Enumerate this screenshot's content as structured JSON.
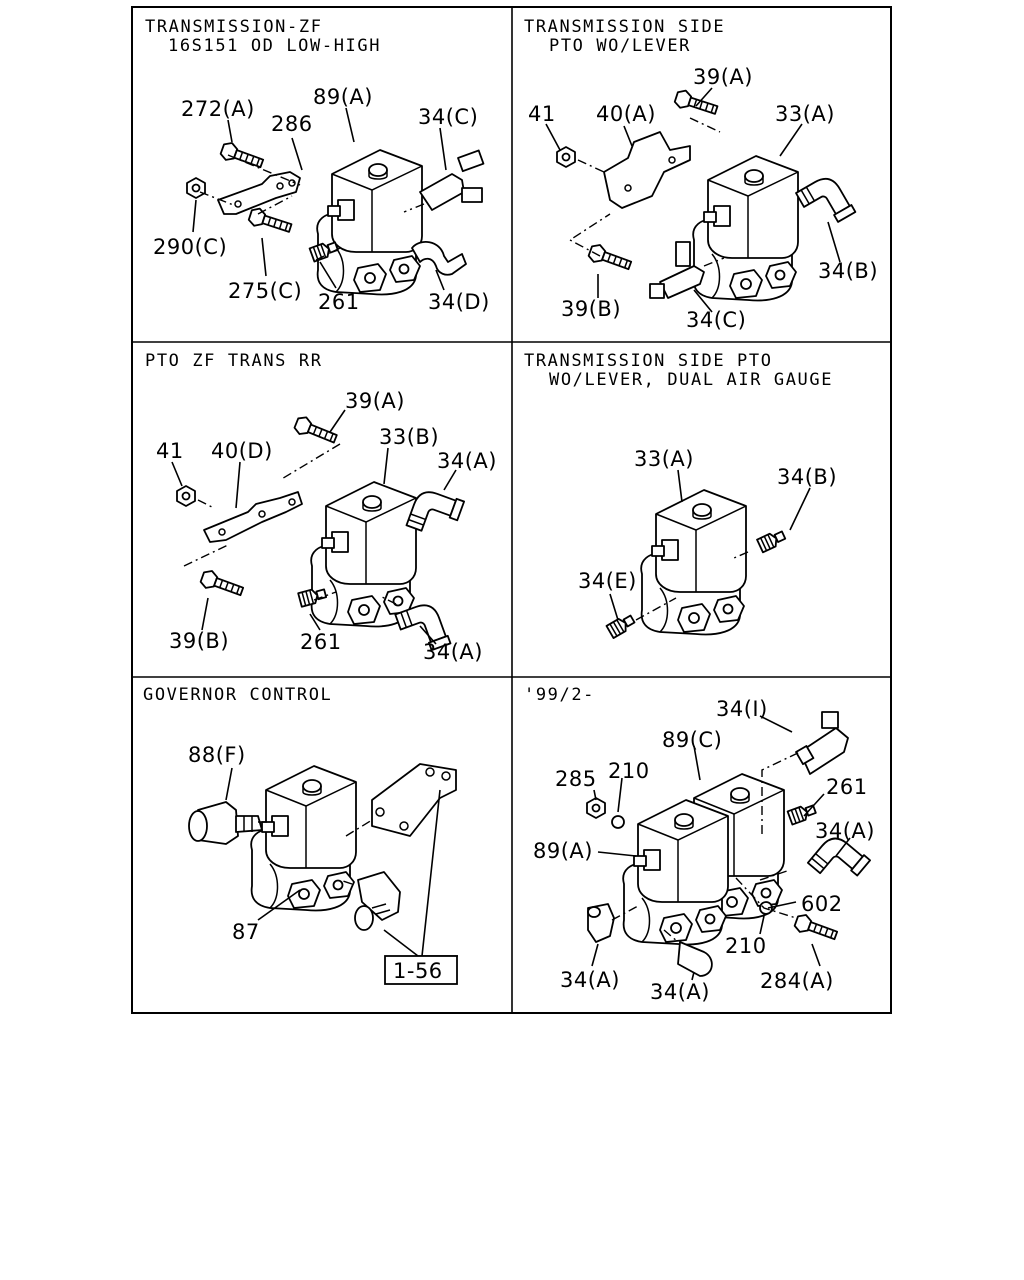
{
  "panels": [
    {
      "title_line1": "TRANSMISSION-ZF",
      "title_line2": "16S151 OD LOW-HIGH",
      "callouts": [
        "272(A)",
        "286",
        "89(A)",
        "34(C)",
        "290(C)",
        "275(C)",
        "261",
        "34(D)"
      ]
    },
    {
      "title_line1": "TRANSMISSION SIDE",
      "title_line2": "PTO WO/LEVER",
      "callouts": [
        "39(A)",
        "41",
        "40(A)",
        "33(A)",
        "34(B)",
        "39(B)",
        "34(C)"
      ]
    },
    {
      "title_line1": "PTO ZF TRANS RR",
      "title_line2": "",
      "callouts": [
        "39(A)",
        "41",
        "40(D)",
        "33(B)",
        "34(A)",
        "39(B)",
        "261",
        "34(A)"
      ]
    },
    {
      "title_line1": "TRANSMISSION SIDE PTO",
      "title_line2": "WO/LEVER, DUAL AIR GAUGE",
      "callouts": [
        "33(A)",
        "34(B)",
        "34(E)"
      ]
    },
    {
      "title_line1": "GOVERNOR CONTROL",
      "title_line2": "",
      "callouts": [
        "88(F)",
        "87",
        "1-56"
      ]
    },
    {
      "title_line1": "'99/2-",
      "title_line2": "",
      "callouts": [
        "34(I)",
        "89(C)",
        "285",
        "210",
        "261",
        "34(A)",
        "89(A)",
        "602",
        "210",
        "34(A)",
        "34(A)",
        "284(A)"
      ]
    }
  ]
}
